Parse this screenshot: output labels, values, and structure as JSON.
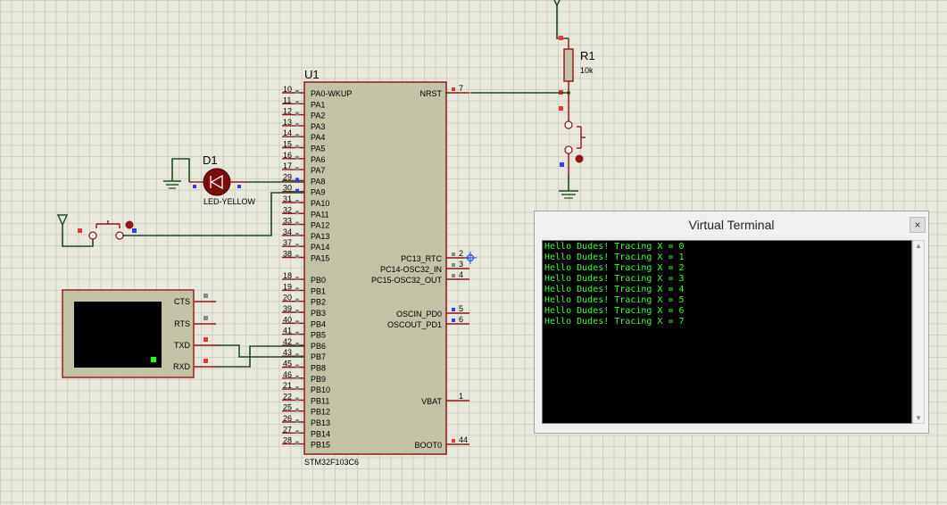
{
  "schematic": {
    "mcu": {
      "ref": "U1",
      "part": "STM32F103C6",
      "left_pins": [
        {
          "num": "10",
          "name": "PA0-WKUP"
        },
        {
          "num": "11",
          "name": "PA1"
        },
        {
          "num": "12",
          "name": "PA2"
        },
        {
          "num": "13",
          "name": "PA3"
        },
        {
          "num": "14",
          "name": "PA4"
        },
        {
          "num": "15",
          "name": "PA5"
        },
        {
          "num": "16",
          "name": "PA6"
        },
        {
          "num": "17",
          "name": "PA7"
        },
        {
          "num": "29",
          "name": "PA8"
        },
        {
          "num": "30",
          "name": "PA9"
        },
        {
          "num": "31",
          "name": "PA10"
        },
        {
          "num": "32",
          "name": "PA11"
        },
        {
          "num": "33",
          "name": "PA12"
        },
        {
          "num": "34",
          "name": "PA13"
        },
        {
          "num": "37",
          "name": "PA14"
        },
        {
          "num": "38",
          "name": "PA15"
        },
        {
          "num": "18",
          "name": "PB0"
        },
        {
          "num": "19",
          "name": "PB1"
        },
        {
          "num": "20",
          "name": "PB2"
        },
        {
          "num": "39",
          "name": "PB3"
        },
        {
          "num": "40",
          "name": "PB4"
        },
        {
          "num": "41",
          "name": "PB5"
        },
        {
          "num": "42",
          "name": "PB6"
        },
        {
          "num": "43",
          "name": "PB7"
        },
        {
          "num": "45",
          "name": "PB8"
        },
        {
          "num": "46",
          "name": "PB9"
        },
        {
          "num": "21",
          "name": "PB10"
        },
        {
          "num": "22",
          "name": "PB11"
        },
        {
          "num": "25",
          "name": "PB12"
        },
        {
          "num": "26",
          "name": "PB13"
        },
        {
          "num": "27",
          "name": "PB14"
        },
        {
          "num": "28",
          "name": "PB15"
        }
      ],
      "right_pins": [
        {
          "num": "7",
          "name": "NRST"
        },
        {
          "num": "2",
          "name": "PC13_RTC"
        },
        {
          "num": "3",
          "name": "PC14-OSC32_IN"
        },
        {
          "num": "4",
          "name": "PC15-OSC32_OUT"
        },
        {
          "num": "5",
          "name": "OSCIN_PD0"
        },
        {
          "num": "6",
          "name": "OSCOUT_PD1"
        },
        {
          "num": "1",
          "name": "VBAT"
        },
        {
          "num": "44",
          "name": "BOOT0"
        }
      ]
    },
    "led": {
      "ref": "D1",
      "part": "LED-YELLOW"
    },
    "resistor": {
      "ref": "R1",
      "value": "10k"
    },
    "uart": {
      "pins": [
        "CTS",
        "RTS",
        "TXD",
        "RXD"
      ]
    }
  },
  "terminal": {
    "title": "Virtual Terminal",
    "close_label": "×",
    "lines": [
      "Hello Dudes! Tracing X = 0",
      "Hello Dudes! Tracing X = 1",
      "Hello Dudes! Tracing X = 2",
      "Hello Dudes! Tracing X = 3",
      "Hello Dudes! Tracing X = 4",
      "Hello Dudes! Tracing X = 5",
      "Hello Dudes! Tracing X = 6",
      "Hello Dudes! Tracing X = 7"
    ],
    "text_color": "#3cff3c"
  }
}
